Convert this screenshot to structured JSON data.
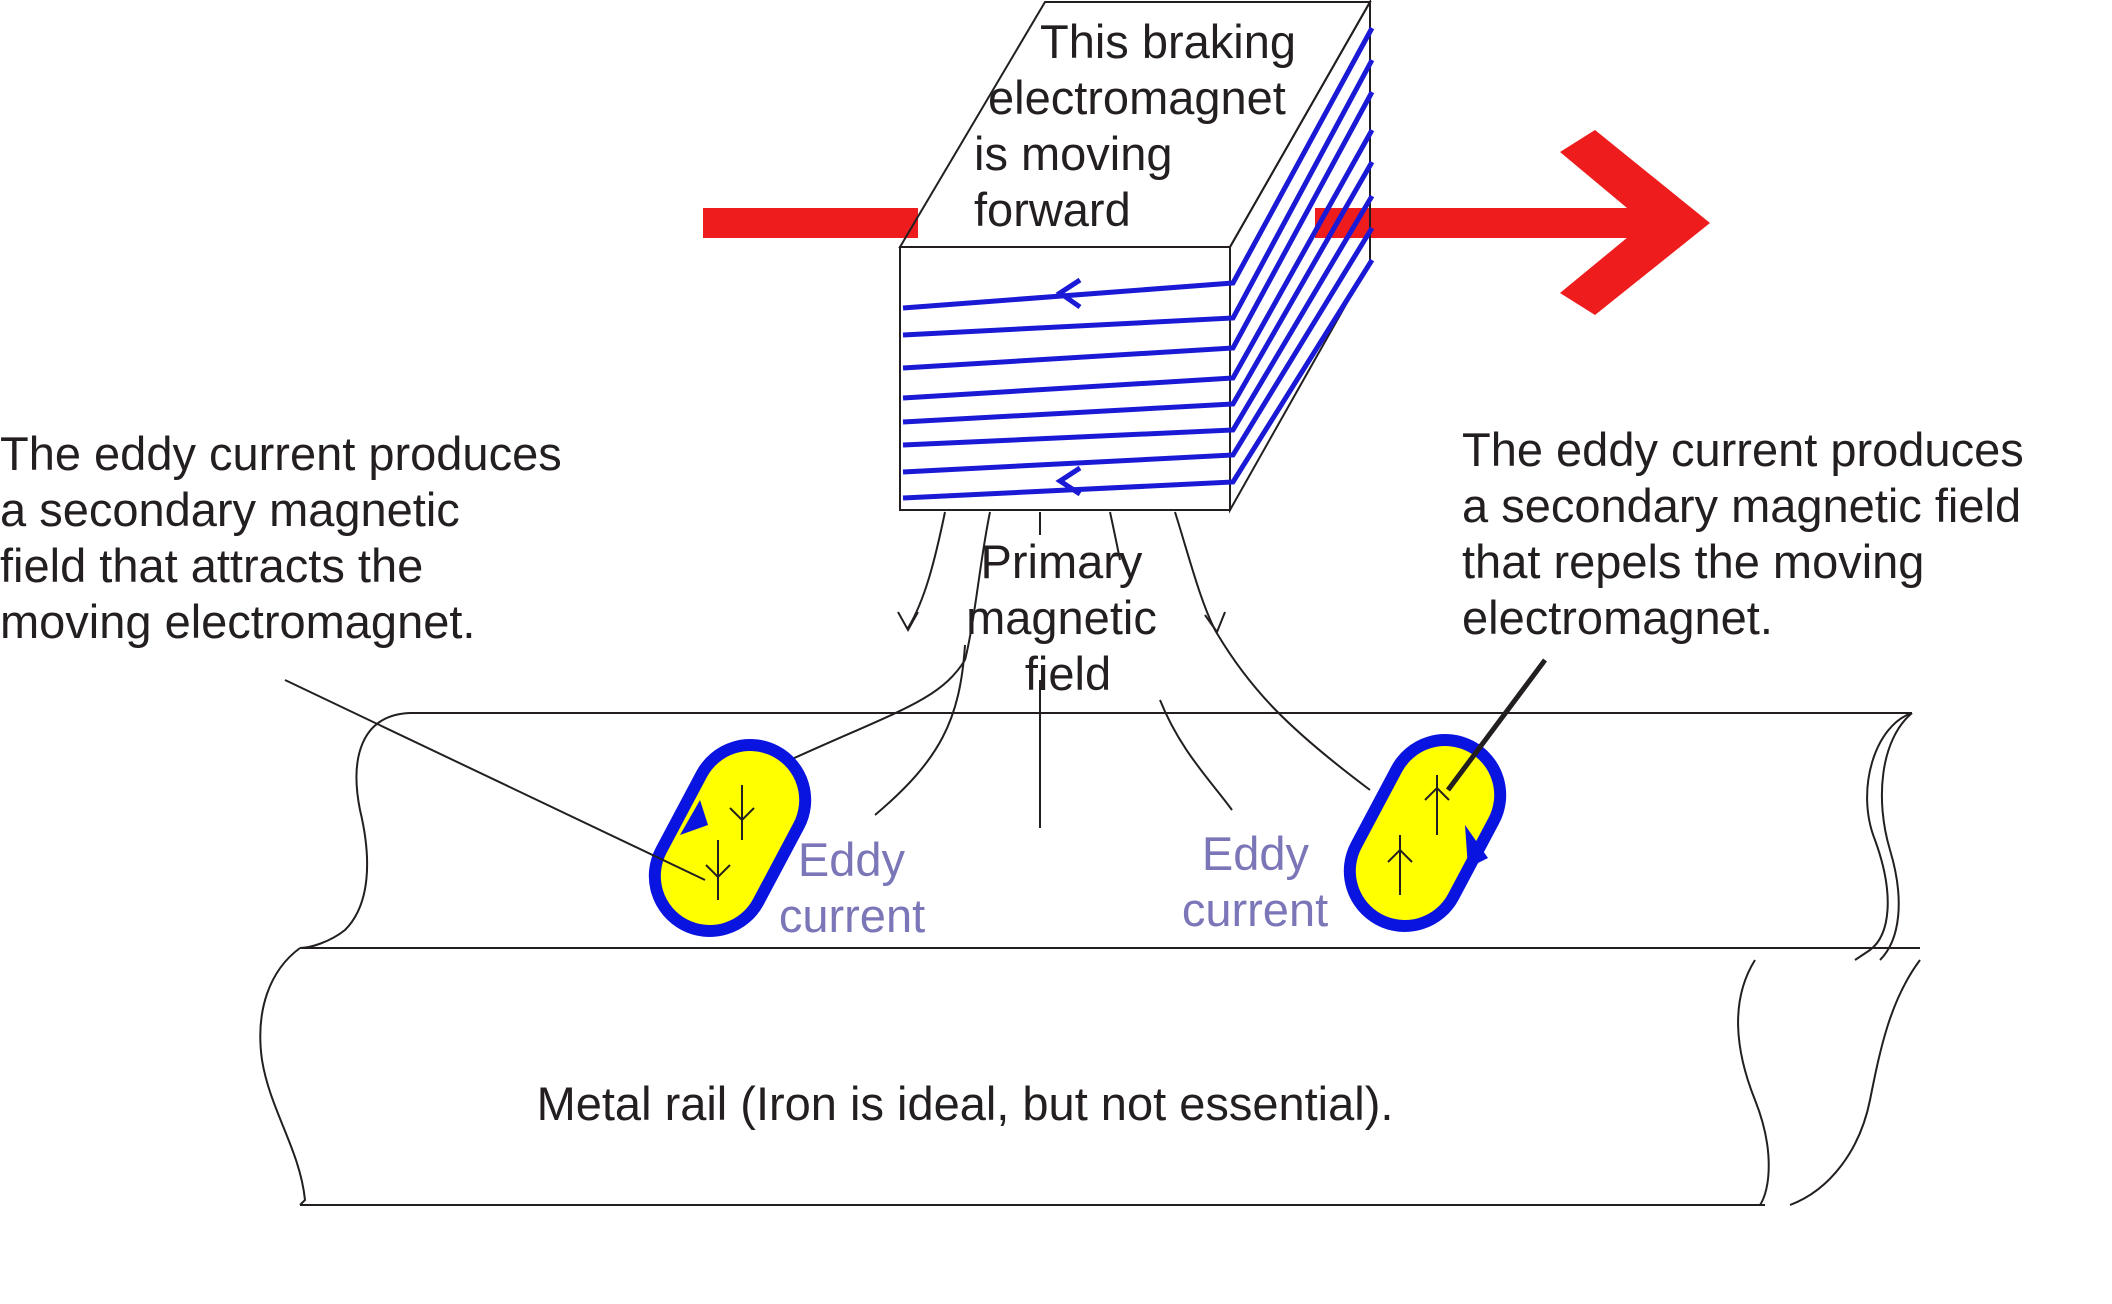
{
  "labels": {
    "magnet": [
      "This braking",
      "electromagnet",
      "is moving",
      "forward"
    ],
    "primary": [
      "Primary",
      "magnetic",
      "field"
    ],
    "left_note": [
      "The eddy current produces",
      "a secondary magnetic",
      "field that attracts the",
      "moving electromagnet."
    ],
    "right_note": [
      "The eddy current produces",
      "a secondary magnetic field",
      "that repels the moving",
      "electromagnet."
    ],
    "eddy_left": [
      "Eddy",
      "current"
    ],
    "eddy_right": [
      "Eddy",
      "current"
    ],
    "rail": "Metal rail (Iron is ideal, but not essential)."
  },
  "colors": {
    "arrow": "#ee1c1c",
    "coil": "#1a1ad6",
    "eddy_fill": "#ffff00",
    "eddy_ring": "#0a14e0",
    "eddy_text": "#7b76b8",
    "line": "#231f20"
  },
  "icons": {
    "motion_arrow": "right-arrow-icon"
  }
}
